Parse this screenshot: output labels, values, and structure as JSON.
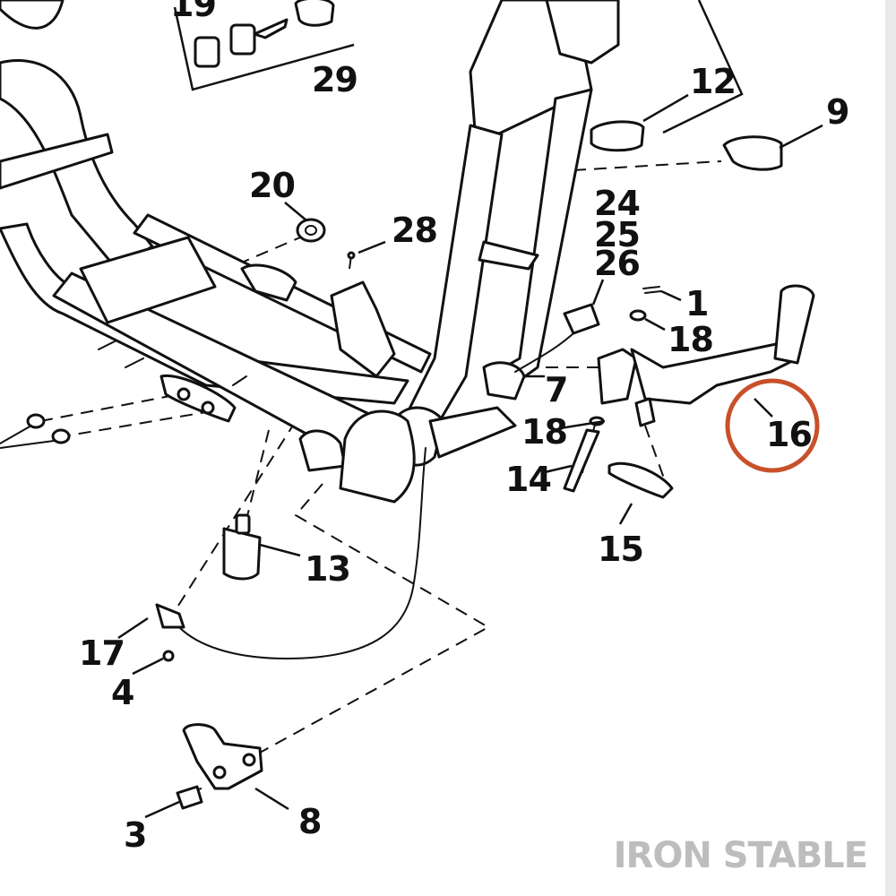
{
  "diagram": {
    "callouts": {
      "c19": "19",
      "c29": "29",
      "c12": "12",
      "c9": "9",
      "c20": "20",
      "c28": "28",
      "c24": "24",
      "c25": "25",
      "c26": "26",
      "c1": "1",
      "c18a": "18",
      "c7": "7",
      "c18b": "18",
      "c16": "16",
      "c14": "14",
      "c15": "15",
      "c13": "13",
      "c17": "17",
      "c4": "4",
      "c8": "8",
      "c3": "3"
    },
    "highlight": {
      "target": "16",
      "color": "#c8502a"
    },
    "watermark": "IRON STABLE"
  }
}
